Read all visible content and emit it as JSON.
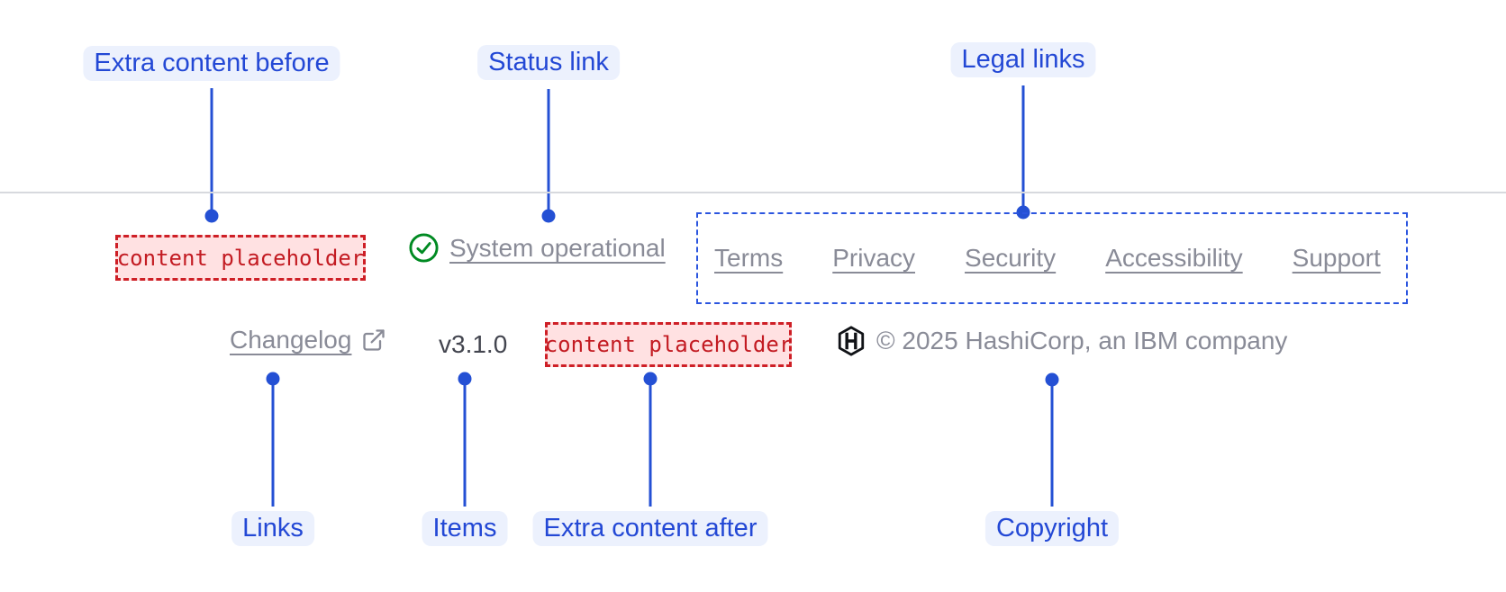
{
  "annotations": {
    "top": [
      {
        "label": "Extra content before"
      },
      {
        "label": "Status link"
      },
      {
        "label": "Legal links"
      }
    ],
    "bottom": [
      {
        "label": "Links"
      },
      {
        "label": "Items"
      },
      {
        "label": "Extra content after"
      },
      {
        "label": "Copyright"
      }
    ]
  },
  "footer": {
    "extra_content_before": "content placeholder",
    "status": {
      "label": "System operational",
      "icon": "check-circle-icon"
    },
    "legal_links": [
      "Terms",
      "Privacy",
      "Security",
      "Accessibility",
      "Support"
    ],
    "links": [
      {
        "label": "Changelog",
        "icon": "external-link-icon"
      }
    ],
    "items": [
      "v3.1.0"
    ],
    "extra_content_after": "content placeholder",
    "copyright": {
      "icon": "hashicorp-logo",
      "text": "© 2025 HashiCorp, an IBM company"
    }
  },
  "colors": {
    "annotation_accent": "#2348D5",
    "annotation_bg": "#ECF1FD",
    "placeholder_text": "#C31B22",
    "placeholder_border": "#CE1F26",
    "placeholder_bg": "#FFE1E2",
    "success_green": "#008A22",
    "faint_text": "#898B97",
    "primary_text": "#43454F",
    "divider": "#D7D9DE",
    "legal_border": "#2B55DF"
  }
}
